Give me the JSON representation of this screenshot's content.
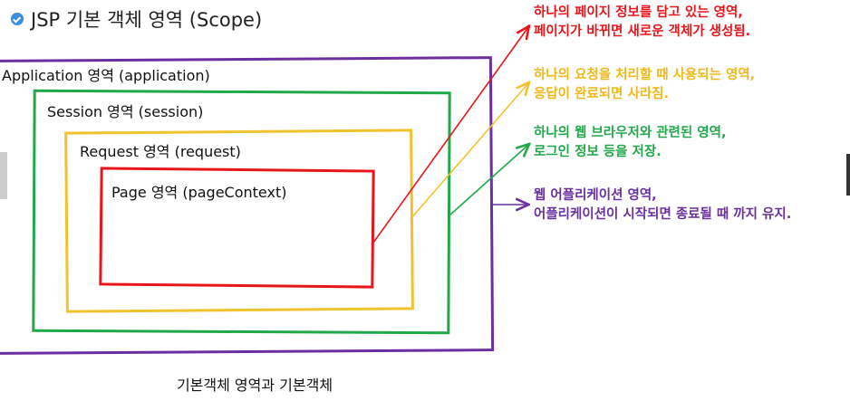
{
  "title": "JSP 기본 객체 영역 (Scope)",
  "colors": {
    "page": "#e8161b",
    "request": "#f2c12e",
    "session": "#21a84a",
    "application": "#6a2fa0",
    "bullet": "#3a8fe0"
  },
  "icons": {
    "bullet": "check-circle-icon"
  },
  "boxes": {
    "application": "Application 영역 (application)",
    "session": "Session 영역 (session)",
    "request": "Request 영역 (request)",
    "page": "Page 영역 (pageContext)"
  },
  "descriptions": {
    "page": [
      "하나의 페이지 정보를 담고 있는 영역,",
      "페이지가 바뀌면 새로운 객체가 생성됨."
    ],
    "request": [
      "하나의 요청을 처리할 때 사용되는 영역,",
      "응답이 완료되면 사라짐."
    ],
    "session": [
      "하나의 웹 브라우저와 관련된 영역,",
      "로그인 정보 등을 저장."
    ],
    "application": [
      "웹 어플리케이션 영역,",
      "어플리케이션이 시작되면 종료될 때 까지 유지."
    ]
  },
  "caption": "기본객체 영역과 기본객체"
}
